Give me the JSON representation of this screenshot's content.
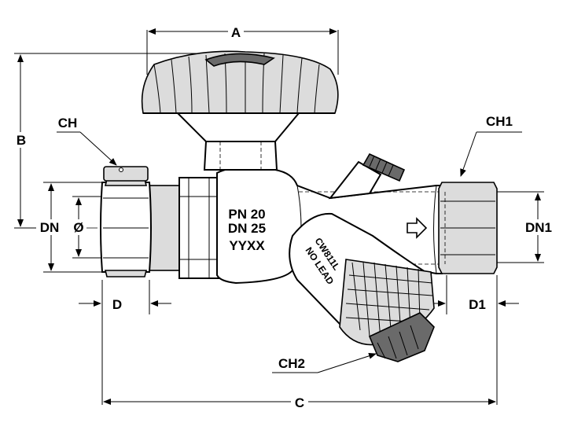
{
  "dimensions": {
    "a": "A",
    "b": "B",
    "c": "C",
    "d": "D",
    "d1": "D1",
    "dn": "DN",
    "dn1": "DN1",
    "diameter": "Ø"
  },
  "callouts": {
    "ch": "CH",
    "ch1": "CH1",
    "ch2": "CH2"
  },
  "body_markings": {
    "pressure": "PN 20",
    "nominal": "DN 25",
    "date_code": "YYXX"
  },
  "strainer_markings": {
    "model": "CW811L",
    "lead": "NO LEAD"
  }
}
